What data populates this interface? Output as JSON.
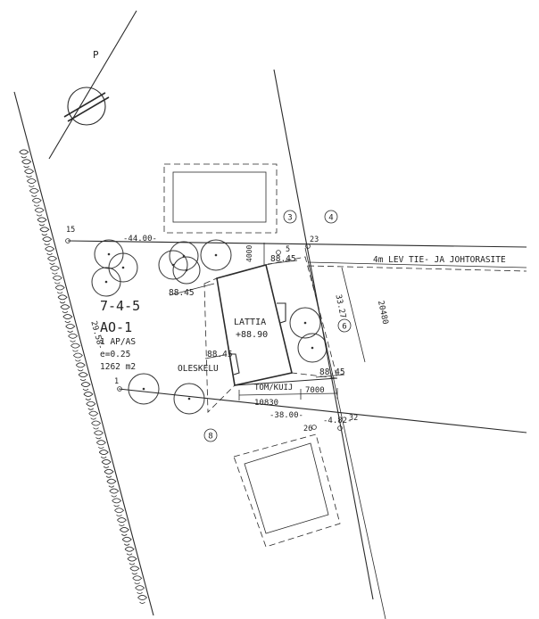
{
  "north": "P",
  "block_id": "7-4-5",
  "zone": "AO-1",
  "zone_details": [
    "1 AP/AS",
    "e=0.25",
    "1262 m2"
  ],
  "building_label": "LATTIA",
  "floor_level": "+88.90",
  "area_label_rest": "OLESKELU",
  "carport_label": "TOM/KUIJ",
  "road_label": "4m LEV  TIE- JA JOHTORASITE",
  "circled_numbers": [
    "3",
    "4",
    "6",
    "8"
  ],
  "point_labels": [
    "15",
    "23",
    "26",
    "1",
    "5",
    "32"
  ],
  "dimensions": [
    "-44.00-",
    "-38.00-",
    "-4.82-",
    "33.27",
    "29.58-",
    "20480",
    "4000",
    "10830",
    "7000"
  ],
  "levels": [
    "88.45",
    "88.45",
    "88.45",
    "88.45"
  ]
}
